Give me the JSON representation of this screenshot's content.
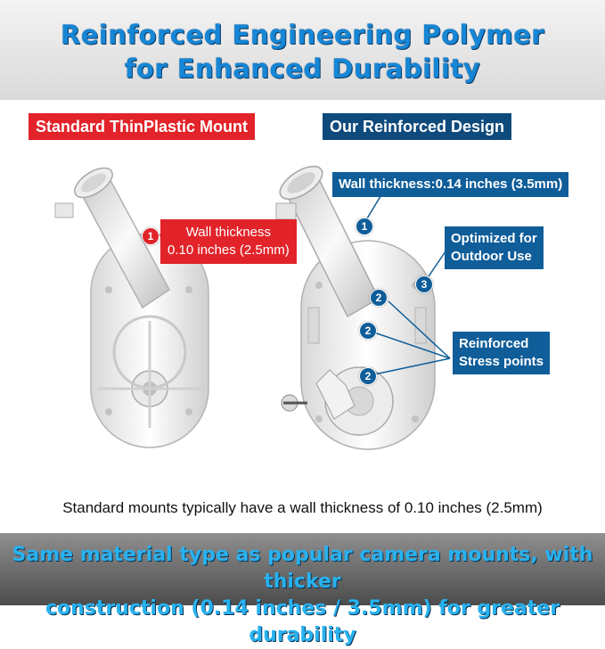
{
  "headline": {
    "line1": "Reinforced Engineering Polymer",
    "line2": "for Enhanced Durability"
  },
  "left_panel": {
    "badge": "Standard ThinPlastic Mount",
    "callout_line1": "Wall  thickness",
    "callout_line2": "0.10 inches (2.5mm)",
    "marker": "1"
  },
  "right_panel": {
    "badge": "Our Reinforced Design",
    "wall_callout": "Wall  thickness:0.14 inches (3.5mm)",
    "outdoor_line1": "Optimized for",
    "outdoor_line2": "Outdoor Use",
    "stress_line1": "Reinforced",
    "stress_line2": "Stress  points",
    "markers": [
      "1",
      "2",
      "2",
      "2",
      "3"
    ]
  },
  "caption": "Standard mounts typically have a wall thickness of 0.10 inches (2.5mm)",
  "footer": {
    "line1": "Same material type as popular camera mounts, with thicker",
    "line2": "construction (0.14 inches / 3.5mm) for greater durability"
  },
  "colors": {
    "headline_blue": "#1686d6",
    "badge_red": "#e2232a",
    "badge_blue": "#0f4a7c",
    "callout_blue": "#0f5d99",
    "footer_blue": "#28b2f0"
  }
}
